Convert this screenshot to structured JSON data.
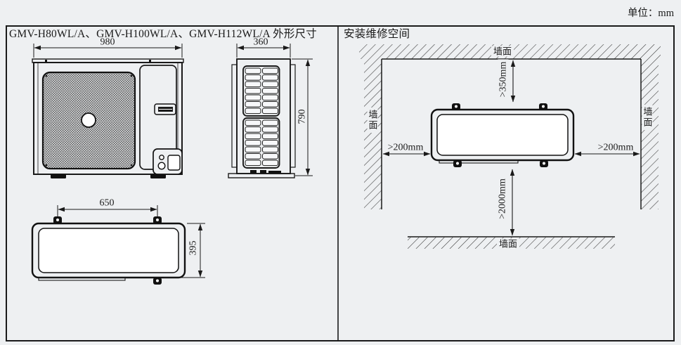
{
  "header": {
    "unit_label": "单位：mm"
  },
  "left_panel": {
    "title": "GMV-H80WL/A、GMV-H100WL/A、GMV-H112WL/A 外形尺寸",
    "front_view": {
      "width": "980",
      "height": "790"
    },
    "side_view": {
      "depth": "360"
    },
    "top_view": {
      "foot_spacing": "650",
      "depth": "395"
    }
  },
  "right_panel": {
    "title": "安装维修空间",
    "walls": {
      "top": "墙面",
      "left": "墙面",
      "right": "墙面",
      "bottom": "墙面"
    },
    "clearances": {
      "top": ">350mm",
      "left": ">200mm",
      "right": ">200mm",
      "bottom": ">2000mm"
    }
  }
}
